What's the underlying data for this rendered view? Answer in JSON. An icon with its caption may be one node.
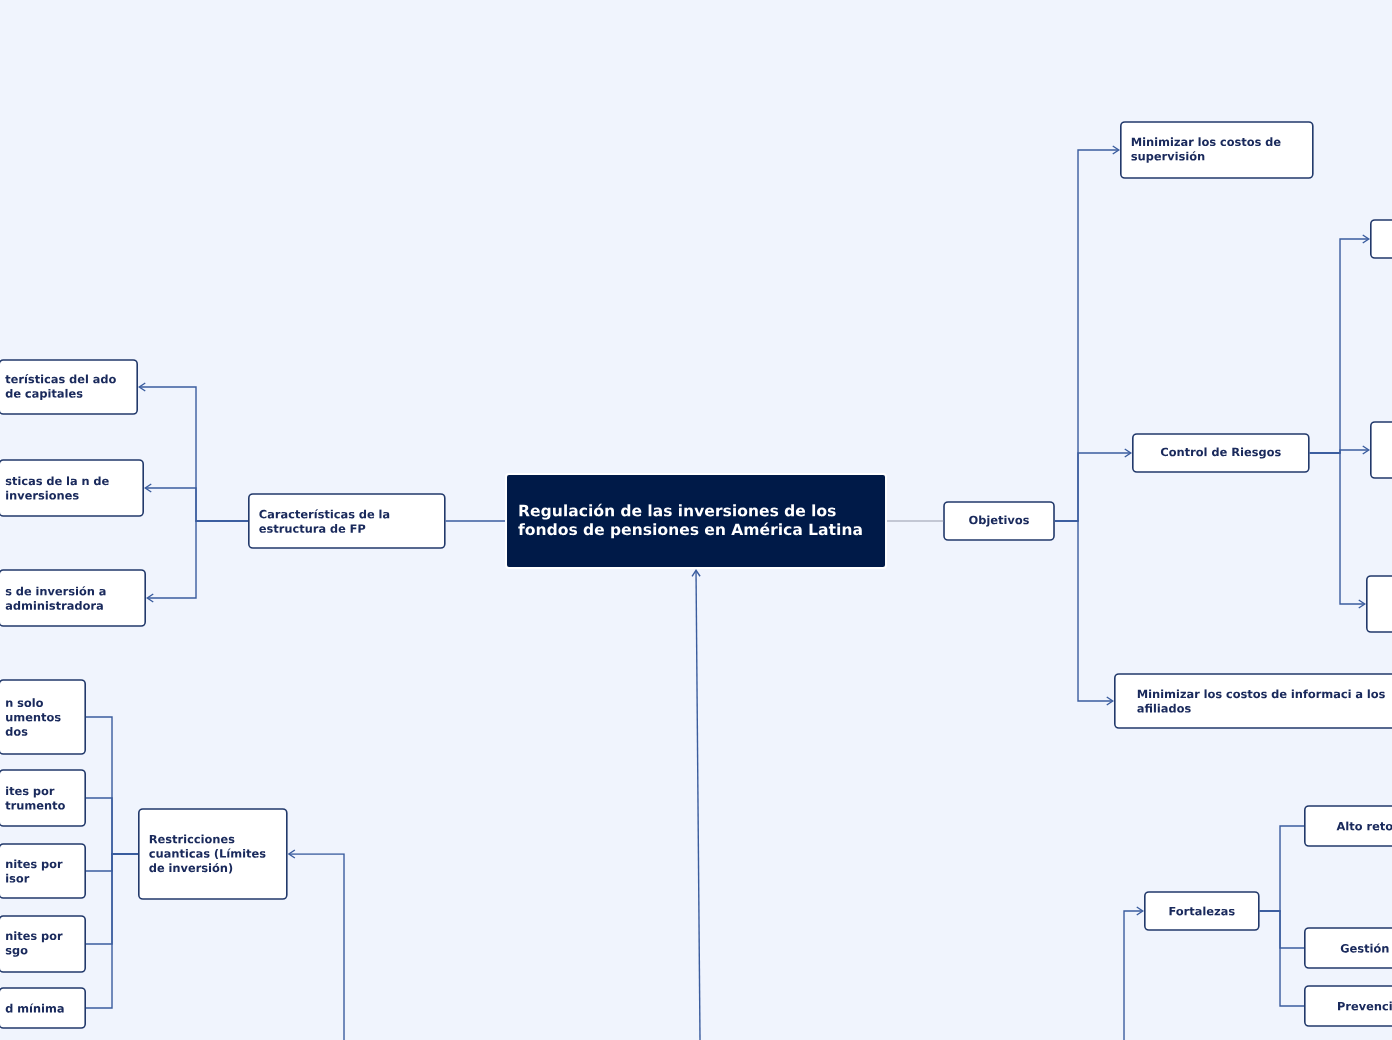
{
  "diagram": {
    "nodes": [
      {
        "text": [
          "Regulación de las inversiones de los fondos de pensiones en América Latina"
        ]
      },
      {
        "text": [
          "Objetivos"
        ]
      },
      {
        "text": [
          "Minimizar los costos de supervisión"
        ]
      },
      {
        "text": [
          "Control de Riesgos"
        ]
      },
      {
        "text": [],
        "shape": "box"
      },
      {
        "text": [],
        "shape": "box"
      },
      {
        "text": [],
        "shape": "box"
      },
      {
        "text": [
          "Minimizar los costos de informaci a los afiliados"
        ]
      },
      {
        "text": [
          "Características de la estructura de FP"
        ]
      },
      {
        "text": [
          "terísticas del ado de capitales"
        ]
      },
      {
        "text": [
          "sticas de la n de inversiones"
        ]
      },
      {
        "text": [
          "s de inversión a administradora"
        ]
      },
      {
        "text": [
          "Restricciones cuanticas (Límites de inversión)"
        ]
      },
      {
        "text": [
          "n solo umentos dos"
        ]
      },
      {
        "text": [
          "ites por trumento"
        ]
      },
      {
        "text": [
          "nites por isor"
        ]
      },
      {
        "text": [
          "nites por sgo"
        ]
      },
      {
        "text": [
          "d mínima"
        ]
      },
      {
        "text": [
          "Fortalezas"
        ]
      },
      {
        "text": [
          "Alto reto"
        ]
      },
      {
        "text": [
          "Gestión"
        ]
      },
      {
        "text": [
          "Prevenci"
        ]
      }
    ],
    "edges": [
      {
        "from": 0,
        "to": 1,
        "arrow": "none",
        "color": "#b4b9c6"
      },
      {
        "from": 1,
        "to": 2,
        "arrow": "to"
      },
      {
        "from": 1,
        "to": 3,
        "arrow": "to"
      },
      {
        "from": 1,
        "to": 7,
        "arrow": "to"
      },
      {
        "from": 3,
        "to": 4,
        "arrow": "to"
      },
      {
        "from": 3,
        "to": 5,
        "arrow": "to"
      },
      {
        "from": 3,
        "to": 6,
        "arrow": "to"
      },
      {
        "from": 0,
        "to": 8,
        "arrow": "none"
      },
      {
        "from": 8,
        "to": 9,
        "arrow": "to"
      },
      {
        "from": 8,
        "to": 10,
        "arrow": "to"
      },
      {
        "from": 8,
        "to": 11,
        "arrow": "to"
      },
      {
        "from": 12,
        "to": 13,
        "arrow": "none"
      },
      {
        "from": 12,
        "to": 14,
        "arrow": "none"
      },
      {
        "from": 12,
        "to": 15,
        "arrow": "none"
      },
      {
        "from": 12,
        "to": 16,
        "arrow": "none"
      },
      {
        "from": 12,
        "to": 17,
        "arrow": "none"
      },
      {
        "from": 18,
        "to": 19,
        "arrow": "none"
      },
      {
        "from": 18,
        "to": 20,
        "arrow": "none"
      },
      {
        "from": 18,
        "to": 21,
        "arrow": "none"
      },
      {
        "from": null,
        "to": 0,
        "arrow": "to"
      },
      {
        "from": null,
        "to": 12,
        "arrow": "to"
      },
      {
        "from": null,
        "to": 18,
        "arrow": "to"
      }
    ]
  }
}
